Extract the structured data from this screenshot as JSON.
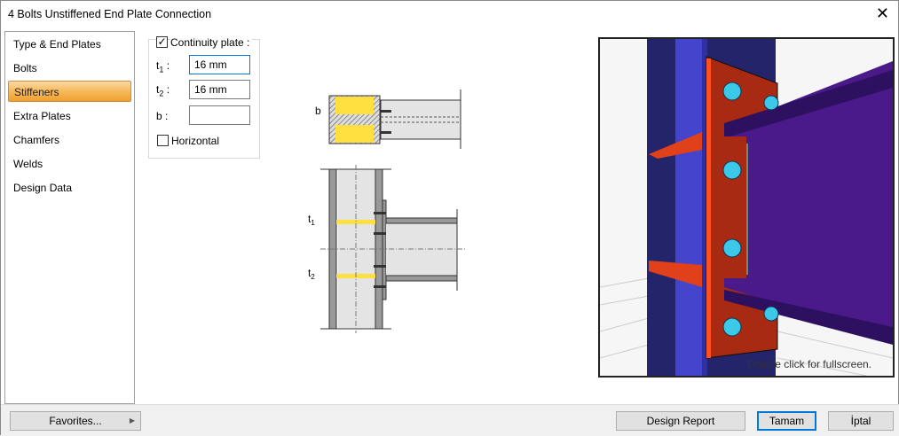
{
  "window": {
    "title": "4 Bolts Unstiffened End Plate Connection",
    "close_icon": "close-icon"
  },
  "nav": {
    "items": [
      {
        "label": "Type & End Plates"
      },
      {
        "label": "Bolts"
      },
      {
        "label": "Stiffeners",
        "selected": true
      },
      {
        "label": "Extra Plates"
      },
      {
        "label": "Chamfers"
      },
      {
        "label": "Welds"
      },
      {
        "label": "Design Data"
      }
    ]
  },
  "stiffeners": {
    "continuity_plate": {
      "label": "Continuity plate :",
      "checked": true
    },
    "t1": {
      "label": "t",
      "sub": "1",
      "colon": ":",
      "value": "16 mm"
    },
    "t2": {
      "label": "t",
      "sub": "2",
      "colon": ":",
      "value": "16 mm"
    },
    "b": {
      "label": "b :",
      "value": ""
    },
    "horizontal": {
      "label": "Horizontal",
      "checked": false
    }
  },
  "diagram": {
    "b_label": "b",
    "t1_label": "t",
    "t1_sub": "1",
    "t2_label": "t",
    "t2_sub": "2"
  },
  "view3d": {
    "hint": "Double click for fullscreen."
  },
  "footer": {
    "favorites": "Favorites...",
    "design_report": "Design Report",
    "ok": "Tamam",
    "cancel": "İptal"
  },
  "colors": {
    "selected_nav": "#f6b95c",
    "column": "#4040c8",
    "beam": "#4a1a8a",
    "plate": "#a82a12",
    "bolt": "#3cc8e8",
    "stiffener_yellow": "#ffe040"
  }
}
